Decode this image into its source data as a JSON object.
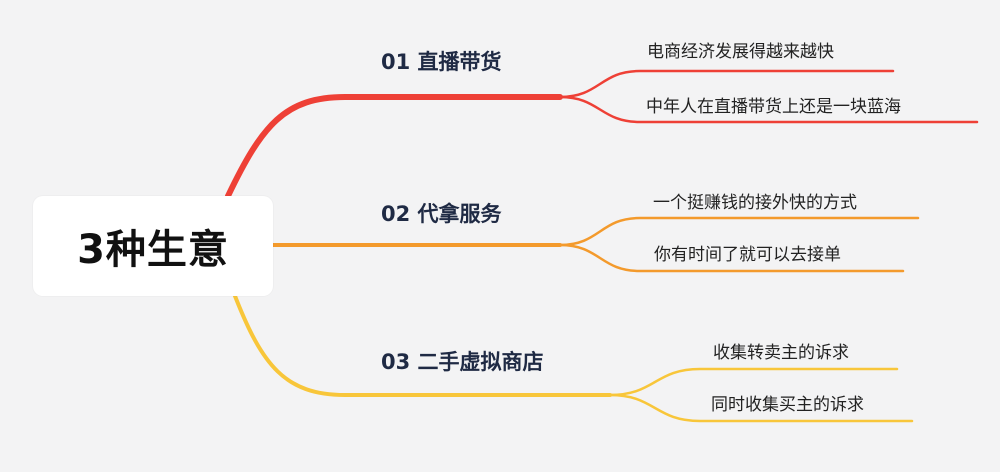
{
  "root": {
    "label": "3种生意"
  },
  "branches": [
    {
      "label": "01 直播带货",
      "color": "#ee4036",
      "children": [
        "电商经济发展得越来越快",
        "中年人在直播带货上还是一块蓝海"
      ]
    },
    {
      "label": "02 代拿服务",
      "color": "#f39a2c",
      "children": [
        "一个挺赚钱的接外快的方式",
        "你有时间了就可以去接单"
      ]
    },
    {
      "label": "03 二手虚拟商店",
      "color": "#f8c63a",
      "children": [
        "收集转卖主的诉求",
        "同时收集买主的诉求"
      ]
    }
  ]
}
